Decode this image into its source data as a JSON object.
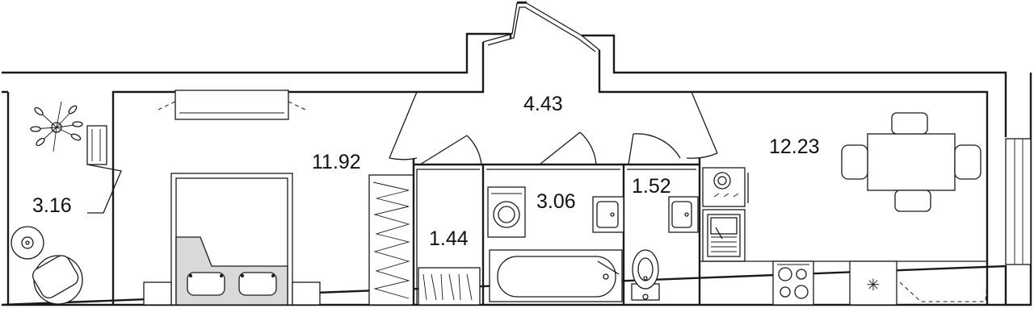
{
  "room_areas": {
    "balcony": "3.16",
    "bedroom": "11.92",
    "hall": "4.43",
    "closet": "1.44",
    "bathroom": "3.06",
    "toilet": "1.52",
    "kitchen_living": "12.23"
  },
  "symbols": {
    "cooktop_mark": "✳"
  },
  "colors": {
    "walls": "#1a1a1a",
    "furniture_fill": "#d9d9d9",
    "background": "#ffffff"
  }
}
